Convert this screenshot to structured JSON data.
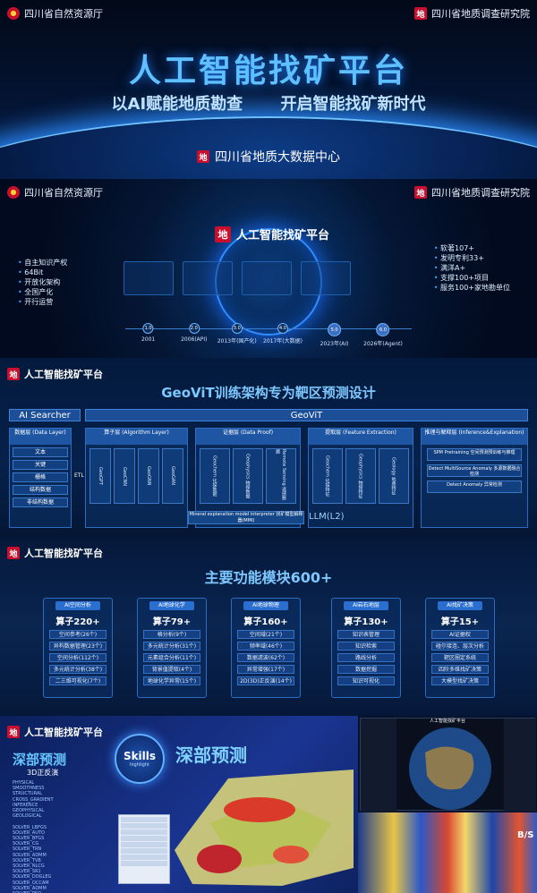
{
  "org": {
    "left": "四川省自然资源厅",
    "right": "四川省地质调查研究院",
    "logo_char": "地"
  },
  "hero": {
    "title": "人工智能找矿平台",
    "subtitle_left": "以AI赋能地质勘查",
    "subtitle_right": "开启智能找矿新时代",
    "center": "四川省地质大数据中心"
  },
  "overview": {
    "brand": "人工智能找矿平台",
    "left_items": [
      "自主知识产权",
      "64Bit",
      "开放化架构",
      "全国产化",
      "开行运营"
    ],
    "right_items": [
      "软著107+",
      "发明专利33+",
      "满洋A+",
      "支撑100+项目",
      "服务100+家地勘单位"
    ],
    "timeline": [
      {
        "ver": "1.0",
        "year": "2001"
      },
      {
        "ver": "2.0",
        "year": "2006(API)"
      },
      {
        "ver": "3.0",
        "year": "2013年(国产化)"
      },
      {
        "ver": "4.0",
        "year": "2017年(大数据)"
      },
      {
        "ver": "5.0",
        "year": "2023年(AI)"
      },
      {
        "ver": "6.0",
        "year": "2026年(Agent)"
      }
    ]
  },
  "geovit": {
    "panel_title": "人工智能找矿平台",
    "title": "GeoViT训练架构专为靶区预测设计",
    "ai_searcher": "AI Searcher",
    "geovit_label": "GeoViT",
    "etl": "ETL",
    "llm": "LLM(L2)",
    "interp": "Mineral explanation model interpreter 找矿模型解释器(MMI)",
    "data_layer": {
      "head": "数据层 (Data Layer)",
      "items": [
        "文本",
        "关键",
        "栅格",
        "结构数据",
        "非结构数据"
      ]
    },
    "algorithm": {
      "head": "算子层 (Algorithm Layer)",
      "items": [
        "GeoGPT",
        "GeoCNN",
        "GeoGNN",
        "GeoGAN"
      ]
    },
    "proof": {
      "head": "证据层 (Data Proof)",
      "items": [
        "Geochem 化探数据",
        "Geophysics 物探数据",
        "Remote Sensing 遥感数据"
      ]
    },
    "feature": {
      "head": "提取层 (Feature Extraction)",
      "items": [
        "Geochem 化探特征",
        "Geophysics 物探特征",
        "Geology 地质特征"
      ]
    },
    "infer": {
      "head": "推理与解释层 (Inference&Explanation)",
      "items": [
        "SPM Pretraining 空间预测预训练与推理",
        "Detect MultiSource Anomaly 多源数据融合检测",
        "Detect Anomaly 异常检测"
      ]
    }
  },
  "modules": {
    "panel_title": "人工智能找矿平台",
    "title": "主要功能模块600+",
    "list": [
      {
        "name": "AI空间分析",
        "count": "算子220+",
        "items": [
          "空间参考(26个)",
          "异构数据管理(23个)",
          "空间分析(112个)",
          "多元统计分析(38个)",
          "二三维可视化(7个)"
        ]
      },
      {
        "name": "AI地球化学",
        "count": "算子79+",
        "items": [
          "格分析(9个)",
          "多元统计分析(31个)",
          "元素组合分析(11个)",
          "背景值提取(4个)",
          "地球化学异常(15个)"
        ]
      },
      {
        "name": "AI地球物理",
        "count": "算子160+",
        "items": [
          "空间域(21个)",
          "频率域(46个)",
          "数据滤波(62个)",
          "异常增强(17个)",
          "2D(3D)正反演(14个)"
        ]
      },
      {
        "name": "AI岩石地层",
        "count": "算子130+",
        "items": [
          "知识表管理",
          "知识检索",
          "路线分析",
          "数据挖掘",
          "知识可视化"
        ]
      },
      {
        "name": "AI找矿决策",
        "count": "算子15+",
        "items": [
          "AI证据权",
          "碰尔接连、层次分析",
          "靶区圈定系统",
          "四阶多维找矿决策",
          "大模型找矿决策"
        ]
      }
    ]
  },
  "deep": {
    "panel_title": "人工智能找矿平台",
    "heading": "深部预测",
    "subheading": "3D正反演",
    "skills": "Skills",
    "skills_sub": "highlight",
    "heading2": "深部预测",
    "params": "PHYSICAL\nSMOOTHNESS\nSTRUCTURAL\nCROSS_GRADIENT\nINFERENCE\nGEOPHYSICAL\nGEOLOGICAL\n\nSOLVER_LBFGS\nSOLVER_AUTO\nSOLVER_BFGS\nSOLVER_CG\nSOLVER_TRN\nSOLVER_ADMM\nSOLVER_TVB\nSOLVER_NLCG\nSOLVER_SR1\nSOLVER_DOGLEG\nSOLVER_OCCAM\nSOLVER_ADMM\nSOLVER_PSO\nSOLVER_IPM",
    "globe_title": "人工智能找矿平台",
    "bs": "B/S"
  },
  "colors": {
    "accent": "#5fc0ff",
    "brand_red": "#c8102e",
    "panel_bg": "#041634"
  }
}
